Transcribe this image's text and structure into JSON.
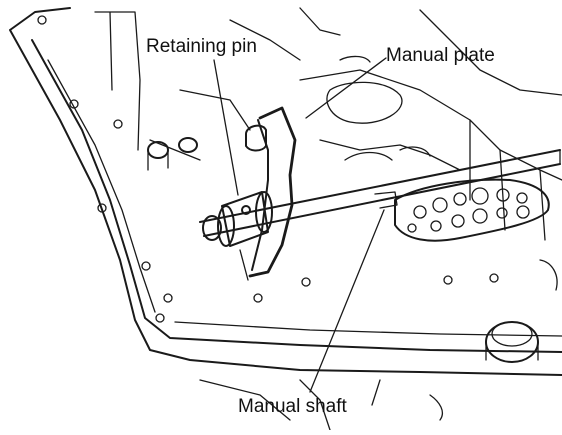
{
  "labels": {
    "retaining_pin": "Retaining pin",
    "manual_plate": "Manual plate",
    "manual_shaft": "Manual shaft"
  },
  "colors": {
    "ink": "#1a1a1a",
    "paper": "#ffffff"
  }
}
